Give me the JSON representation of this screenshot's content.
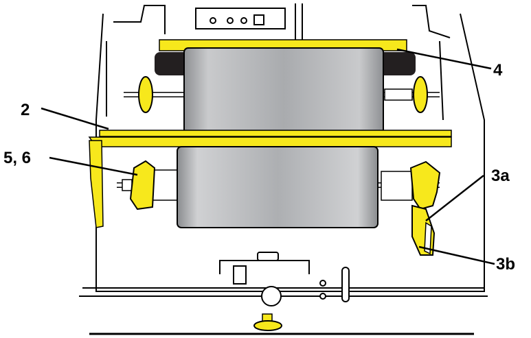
{
  "callouts": {
    "label_2": "2",
    "label_3a": "3a",
    "label_3b": "3b",
    "label_4": "4",
    "label_5_6": "5, 6"
  },
  "colors": {
    "highlight_yellow": "#F7E81C",
    "roll_grey": "#A9ABAE",
    "roll_grey_light": "#D3D4D6",
    "outline": "#000000",
    "dark_roller": "#231F20"
  }
}
